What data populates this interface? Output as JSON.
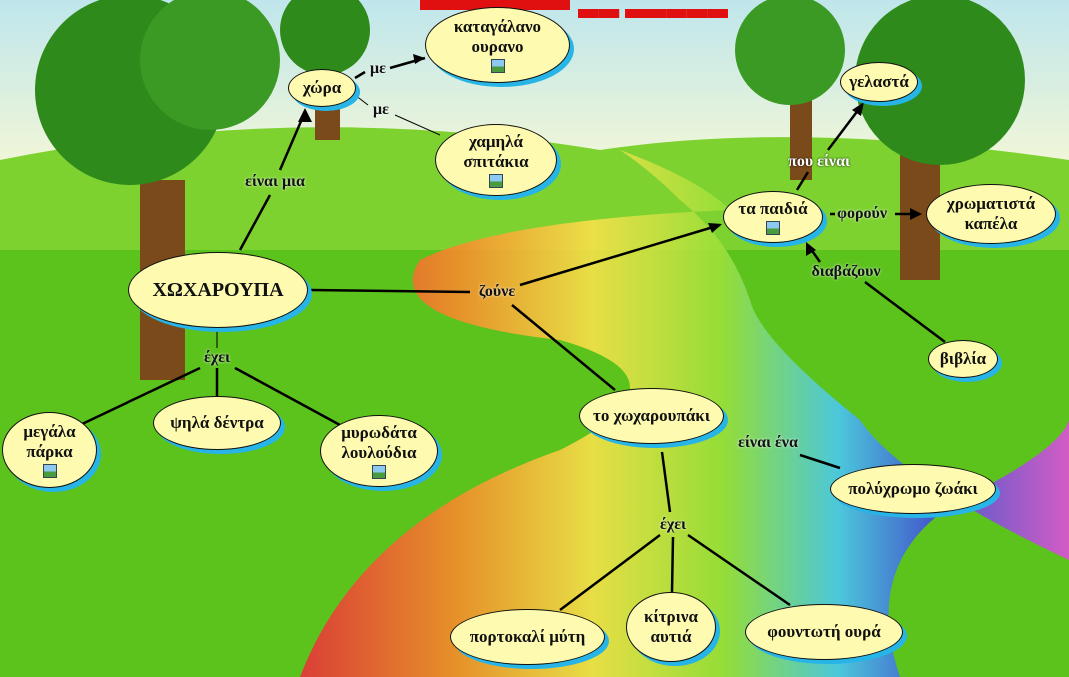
{
  "concepts": {
    "sky": {
      "l1": "καταγάλανο",
      "l2": "ουρανο"
    },
    "country": "χώρα",
    "houses": {
      "l1": "χαμηλά",
      "l2": "σπιτάκια"
    },
    "smiling": "γελαστά",
    "kids": "τα παιδιά",
    "hats": {
      "l1": "χρωματιστά",
      "l2": "καπέλα"
    },
    "main": "ΧΩΧΑΡΟΥΠΑ",
    "books": "βιβλία",
    "creature": "το χωχαρουπάκι",
    "animal": "πολύχρωμο ζωάκι",
    "parks": {
      "l1": "μεγάλα",
      "l2": "πάρκα"
    },
    "trees": "ψηλά δέντρα",
    "flowers": {
      "l1": "μυρωδάτα",
      "l2": "λουλούδια"
    },
    "nose": "πορτοκαλί μύτη",
    "ears": {
      "l1": "κίτρινα",
      "l2": "αυτιά"
    },
    "tail": "φουντωτή ουρά"
  },
  "links": {
    "with1": "με",
    "with2": "με",
    "is_a_f": "είναι μια",
    "live": "ζούνε",
    "who_are": "που είναι",
    "wear": "φορούν",
    "read": "διαβάζουν",
    "has1": "έχει",
    "is_a_n": "είναι ένα",
    "has2": "έχει"
  },
  "colors": {
    "node_fill": "#fefbb0",
    "node_shadow": "#27b4e6",
    "title": "#e01010"
  }
}
